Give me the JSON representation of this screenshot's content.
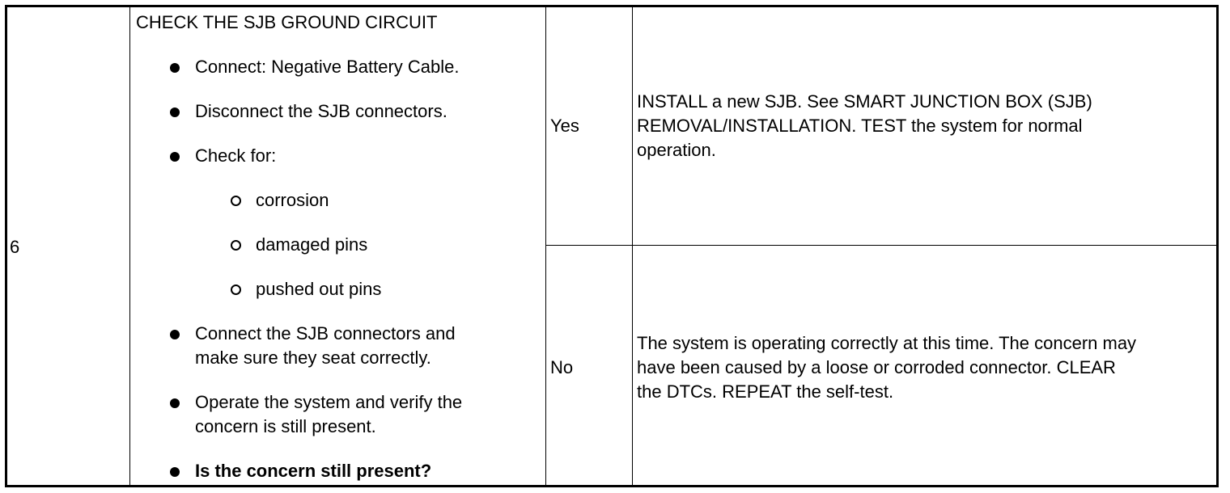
{
  "step": {
    "number": "6",
    "title": "CHECK THE SJB GROUND CIRCUIT",
    "bullets": [
      "Connect: Negative Battery Cable.",
      "Disconnect the SJB connectors.",
      "Check for:"
    ],
    "sub_bullets": [
      "corrosion",
      "damaged pins",
      "pushed out pins"
    ],
    "later_bullets": [
      {
        "line1": "Connect the SJB connectors and",
        "line2": "make sure they seat correctly."
      },
      {
        "line1": "Operate the system and verify the",
        "line2": "concern is still present."
      }
    ],
    "question": "Is the concern still present?"
  },
  "results": {
    "yes": {
      "label": "Yes",
      "line1": "INSTALL a new SJB. See SMART JUNCTION BOX (SJB)",
      "line2": "REMOVAL/INSTALLATION. TEST the system for normal",
      "line3": "operation."
    },
    "no": {
      "label": "No",
      "line1": "The system is operating correctly at this time. The concern may",
      "line2": "have been caused by a loose or corroded connector. CLEAR",
      "line3": "the DTCs. REPEAT the self-test."
    }
  }
}
